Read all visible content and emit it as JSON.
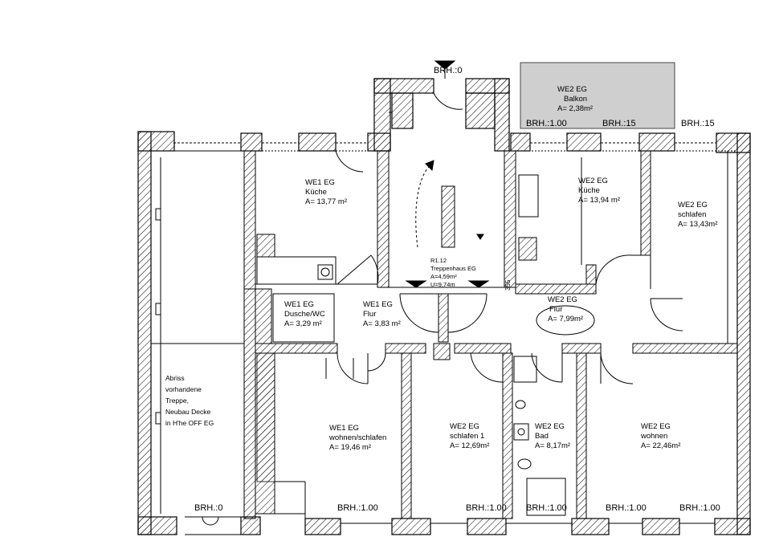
{
  "drawing": {
    "rooms": {
      "we1_kueche": {
        "unit": "WE1 EG",
        "name": "Küche",
        "area": "A= 13,77 m²"
      },
      "we2_kueche": {
        "unit": "WE2 EG",
        "name": "Küche",
        "area": "A= 13,94 m²"
      },
      "we2_schlafen_top": {
        "unit": "WE2 EG",
        "name": "schlafen",
        "area": "A= 13,43m²"
      },
      "we2_balkon": {
        "unit": "WE2 EG",
        "name": "Balkon",
        "area": "A= 2,38m²"
      },
      "treppenhaus": {
        "id": "R1.12",
        "name": "Treppenhaus EG",
        "area": "A=4,59m²",
        "perimeter": "U=9,74m"
      },
      "we1_dusche": {
        "unit": "WE1 EG",
        "name": "Dusche/WC",
        "area": "A= 3,29 m²"
      },
      "we1_flur": {
        "unit": "WE1 EG",
        "name": "Flur",
        "area": "A= 3,83 m²"
      },
      "we2_flur": {
        "unit": "WE2 EG",
        "name": "Flur",
        "area": "A= 7,99m²"
      },
      "we1_wohnen": {
        "unit": "WE1 EG",
        "name": "wohnen/schlafen",
        "area": "A= 19,46 m²"
      },
      "we2_schlafen1": {
        "unit": "WE2 EG",
        "name": "schlafen 1",
        "area": "A= 12,69m²"
      },
      "we2_bad": {
        "unit": "WE2 EG",
        "name": "Bad",
        "area": "A= 8,17m²"
      },
      "we2_wohnen": {
        "unit": "WE2 EG",
        "name": "wohnen",
        "area": "A= 22,46m²"
      }
    },
    "note_lines": [
      "Abriss",
      "vorhandene",
      "Treppe,",
      "Neubau Decke",
      "in H'he OFF EG"
    ],
    "brh": {
      "entrance": "BRH.:0",
      "top_1": "BRH.:1.00",
      "top_2": "BRH.:15",
      "top_3": "BRH.:15",
      "bottom_left": "BRH.:0",
      "bottom_1": "BRH.:1.00",
      "bottom_2": "BRH.:1.00",
      "bottom_3": "BRH.:1.00",
      "bottom_4": "BRH.:1.00",
      "bottom_5": "BRH.:1.00"
    },
    "misc": {
      "dim_355": "355"
    }
  }
}
